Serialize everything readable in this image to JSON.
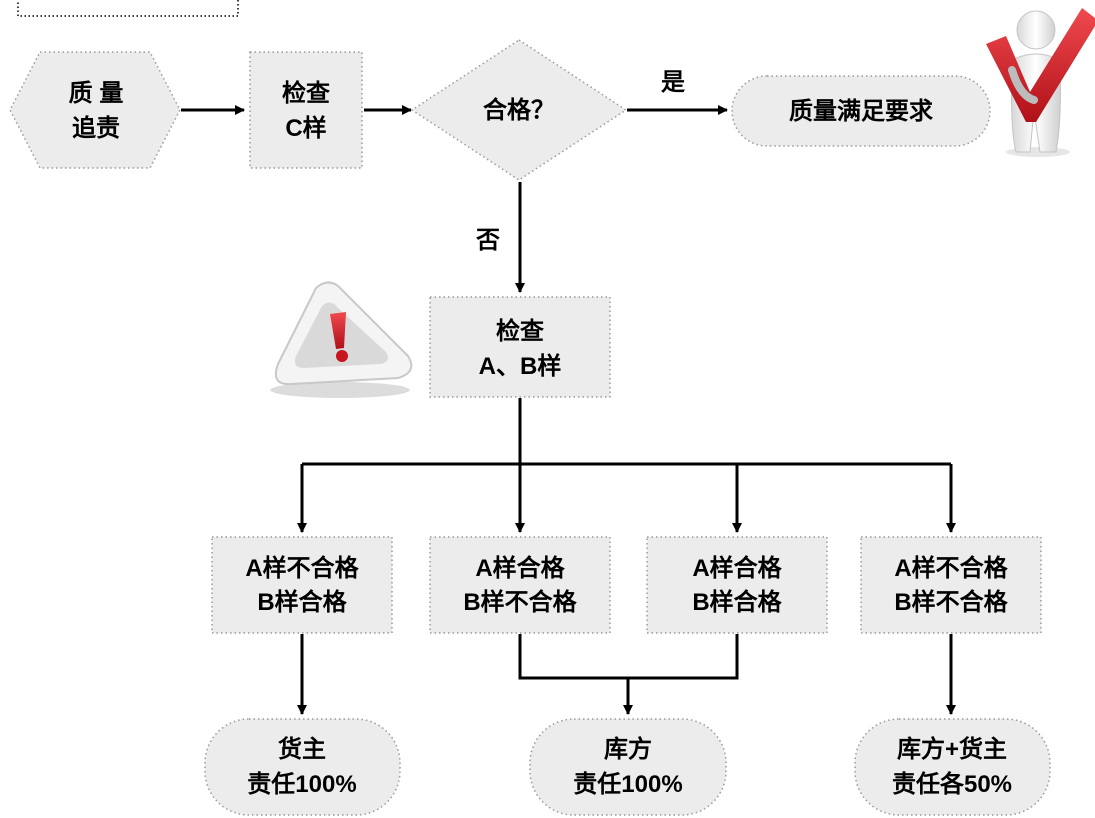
{
  "nodes": {
    "start": [
      "质 量",
      "追责"
    ],
    "check_c": [
      "检查",
      "C样"
    ],
    "decision": "合格？",
    "satisfied": "质量满足要求",
    "check_ab": [
      "检查",
      "A、B样"
    ],
    "case1": [
      "A样不合格",
      "B样合格"
    ],
    "case2": [
      "A样合格",
      "B样不合格"
    ],
    "case3": [
      "A样合格",
      "B样合格"
    ],
    "case4": [
      "A样不合格",
      "B样不合格"
    ],
    "result_owner": [
      "货主",
      "责任100%"
    ],
    "result_warehouse": [
      "库方",
      "责任100%"
    ],
    "result_shared": [
      "库方+货主",
      "责任各50%"
    ]
  },
  "edges": {
    "yes": "是",
    "no": "否"
  },
  "icons": {
    "person": "person-with-checkmark-icon",
    "warning": "warning-triangle-icon"
  },
  "colors": {
    "node_fill": "#ececec",
    "node_border": "#9a9a9a",
    "check_red": "#d0222a",
    "line": "#000000"
  }
}
